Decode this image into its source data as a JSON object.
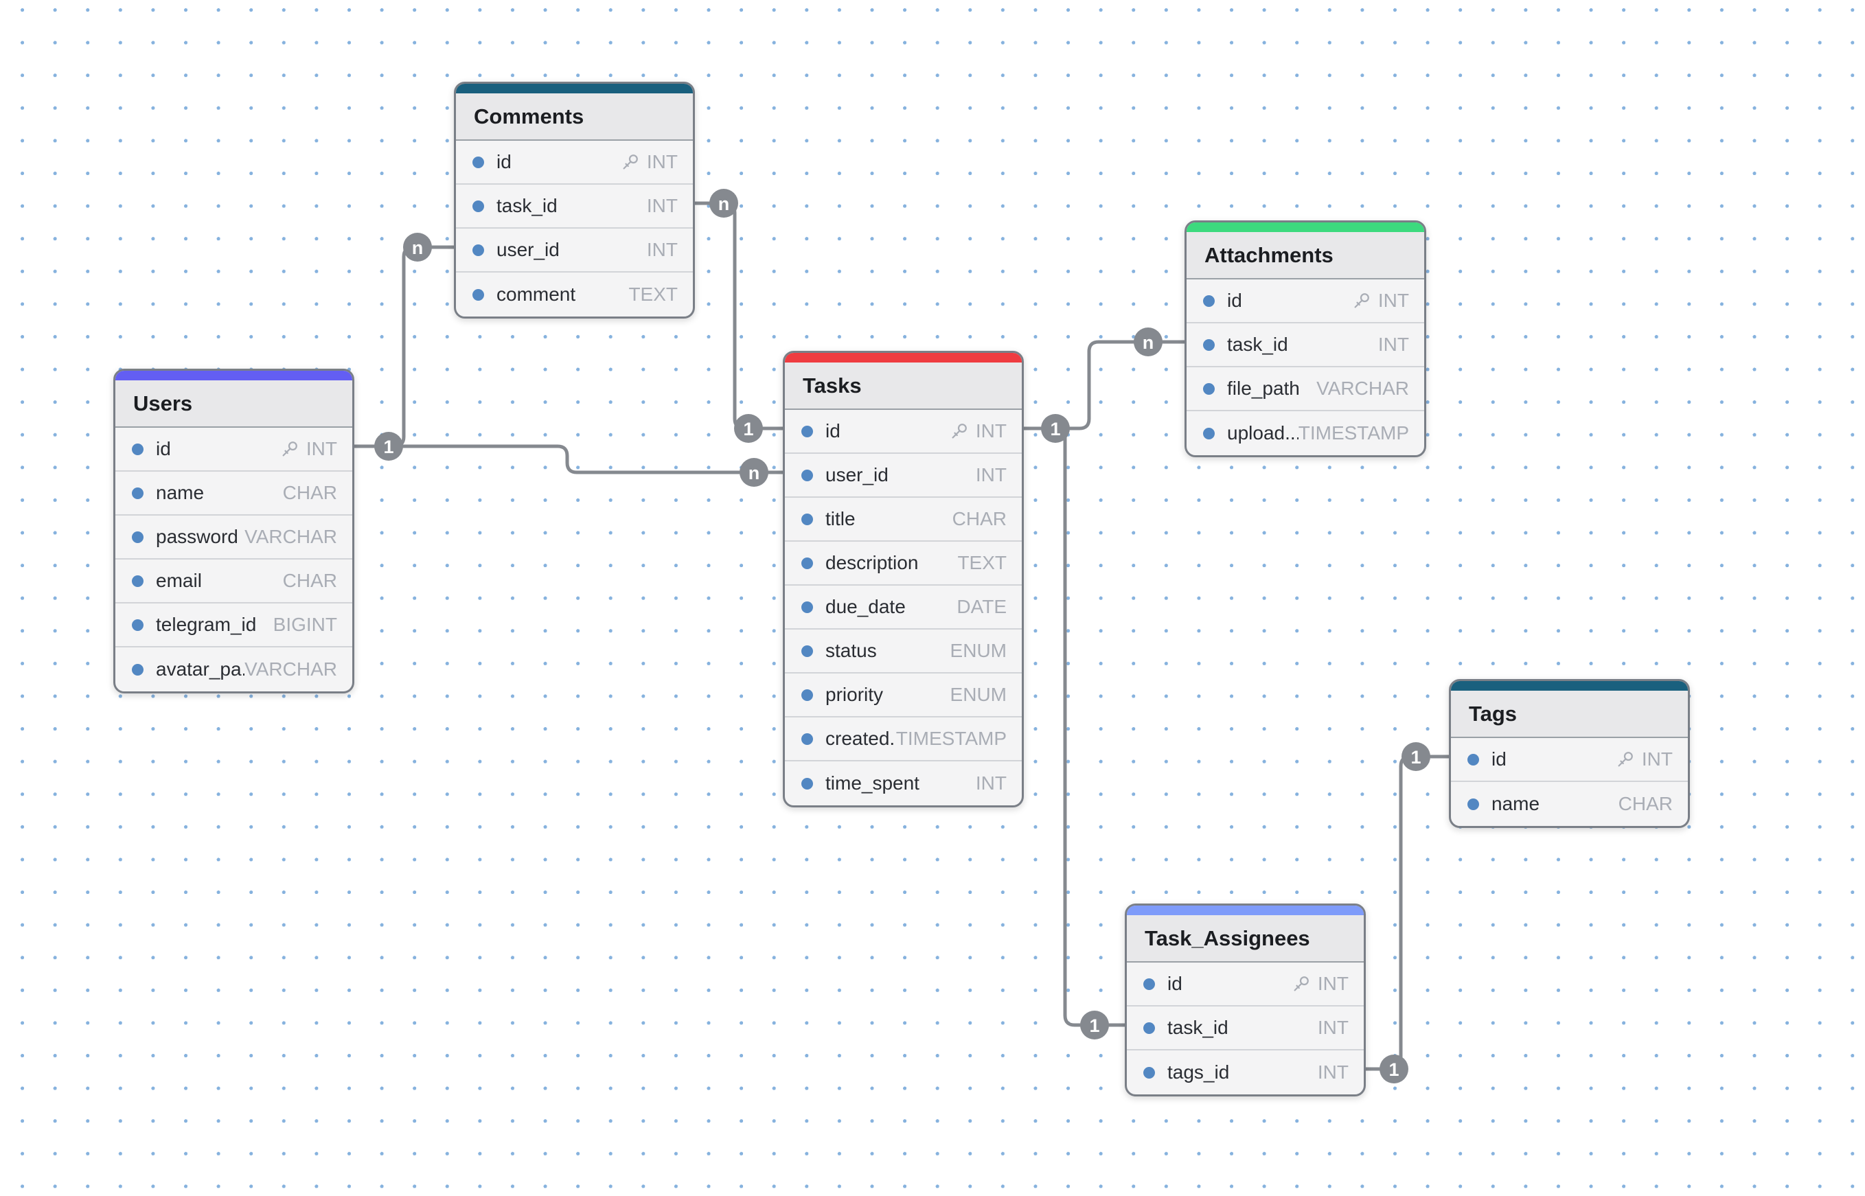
{
  "canvas": {
    "background_color": "#ffffff",
    "grid_dot_color": "#86b2de",
    "wire_color": "#85898f",
    "key_field_dot_color": "#5287c2"
  },
  "tables": [
    {
      "name": "Comments",
      "accent_color": "#1a607e",
      "fields": [
        {
          "name": "id",
          "type": "INT",
          "primary_key": true
        },
        {
          "name": "task_id",
          "type": "INT",
          "primary_key": false
        },
        {
          "name": "user_id",
          "type": "INT",
          "primary_key": false
        },
        {
          "name": "comment",
          "type": "TEXT",
          "primary_key": false
        }
      ]
    },
    {
      "name": "Users",
      "accent_color": "#635ef3",
      "fields": [
        {
          "name": "id",
          "type": "INT",
          "primary_key": true
        },
        {
          "name": "name",
          "type": "CHAR",
          "primary_key": false
        },
        {
          "name": "password",
          "type": "VARCHAR",
          "primary_key": false
        },
        {
          "name": "email",
          "type": "CHAR",
          "primary_key": false
        },
        {
          "name": "telegram_id",
          "type": "BIGINT",
          "primary_key": false
        },
        {
          "name": "avatar_pa...",
          "type": "VARCHAR",
          "primary_key": false
        }
      ]
    },
    {
      "name": "Tasks",
      "accent_color": "#ef3c41",
      "fields": [
        {
          "name": "id",
          "type": "INT",
          "primary_key": true
        },
        {
          "name": "user_id",
          "type": "INT",
          "primary_key": false
        },
        {
          "name": "title",
          "type": "CHAR",
          "primary_key": false
        },
        {
          "name": "description",
          "type": "TEXT",
          "primary_key": false
        },
        {
          "name": "due_date",
          "type": "DATE",
          "primary_key": false
        },
        {
          "name": "status",
          "type": "ENUM",
          "primary_key": false
        },
        {
          "name": "priority",
          "type": "ENUM",
          "primary_key": false
        },
        {
          "name": "created...",
          "type": "TIMESTAMP",
          "primary_key": false
        },
        {
          "name": "time_spent",
          "type": "INT",
          "primary_key": false
        }
      ]
    },
    {
      "name": "Attachments",
      "accent_color": "#3cda7e",
      "fields": [
        {
          "name": "id",
          "type": "INT",
          "primary_key": true
        },
        {
          "name": "task_id",
          "type": "INT",
          "primary_key": false
        },
        {
          "name": "file_path",
          "type": "VARCHAR",
          "primary_key": false
        },
        {
          "name": "upload...",
          "type": "TIMESTAMP",
          "primary_key": false
        }
      ]
    },
    {
      "name": "Tags",
      "accent_color": "#1a607e",
      "fields": [
        {
          "name": "id",
          "type": "INT",
          "primary_key": true
        },
        {
          "name": "name",
          "type": "CHAR",
          "primary_key": false
        }
      ]
    },
    {
      "name": "Task_Assignees",
      "accent_color": "#7e9bfa",
      "fields": [
        {
          "name": "id",
          "type": "INT",
          "primary_key": true
        },
        {
          "name": "task_id",
          "type": "INT",
          "primary_key": false
        },
        {
          "name": "tags_id",
          "type": "INT",
          "primary_key": false
        }
      ]
    }
  ],
  "relationships": [
    {
      "from": "Users.id",
      "to": "Comments.user_id",
      "from_label": "1",
      "to_label": "n"
    },
    {
      "from": "Users.id",
      "to": "Tasks.user_id",
      "from_label": "1",
      "to_label": "n"
    },
    {
      "from": "Comments.task_id",
      "to": "Tasks.id",
      "from_label": "n",
      "to_label": "1"
    },
    {
      "from": "Tasks.id",
      "to": "Attachments.task_id",
      "from_label": "1",
      "to_label": "n"
    },
    {
      "from": "Tasks.id",
      "to": "Task_Assignees.task_id",
      "from_label": "1",
      "to_label": "1"
    },
    {
      "from": "Task_Assignees.tags_id",
      "to": "Tags.id",
      "from_label": "1",
      "to_label": "1"
    }
  ]
}
